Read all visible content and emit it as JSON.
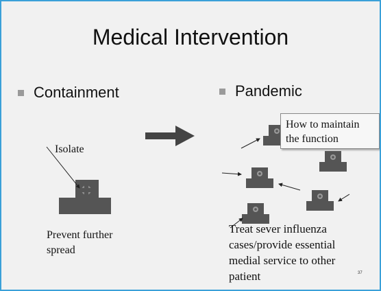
{
  "slide": {
    "title": "Medical Intervention",
    "left": {
      "bullet": "Containment",
      "isolate_label": "Isolate",
      "caption_line1": "Prevent further",
      "caption_line2": "spread"
    },
    "right": {
      "bullet": "Pandemic",
      "callout_line1": "How to maintain",
      "callout_line2": "the function",
      "caption_lines": [
        "Treat sever influenza",
        "cases/provide essential",
        "medial service to other",
        "patient"
      ]
    },
    "slide_number": "37"
  },
  "colors": {
    "frame": "#3aa0d8",
    "background": "#f1f1f1",
    "building": "#555555",
    "arrow": "#444444"
  }
}
